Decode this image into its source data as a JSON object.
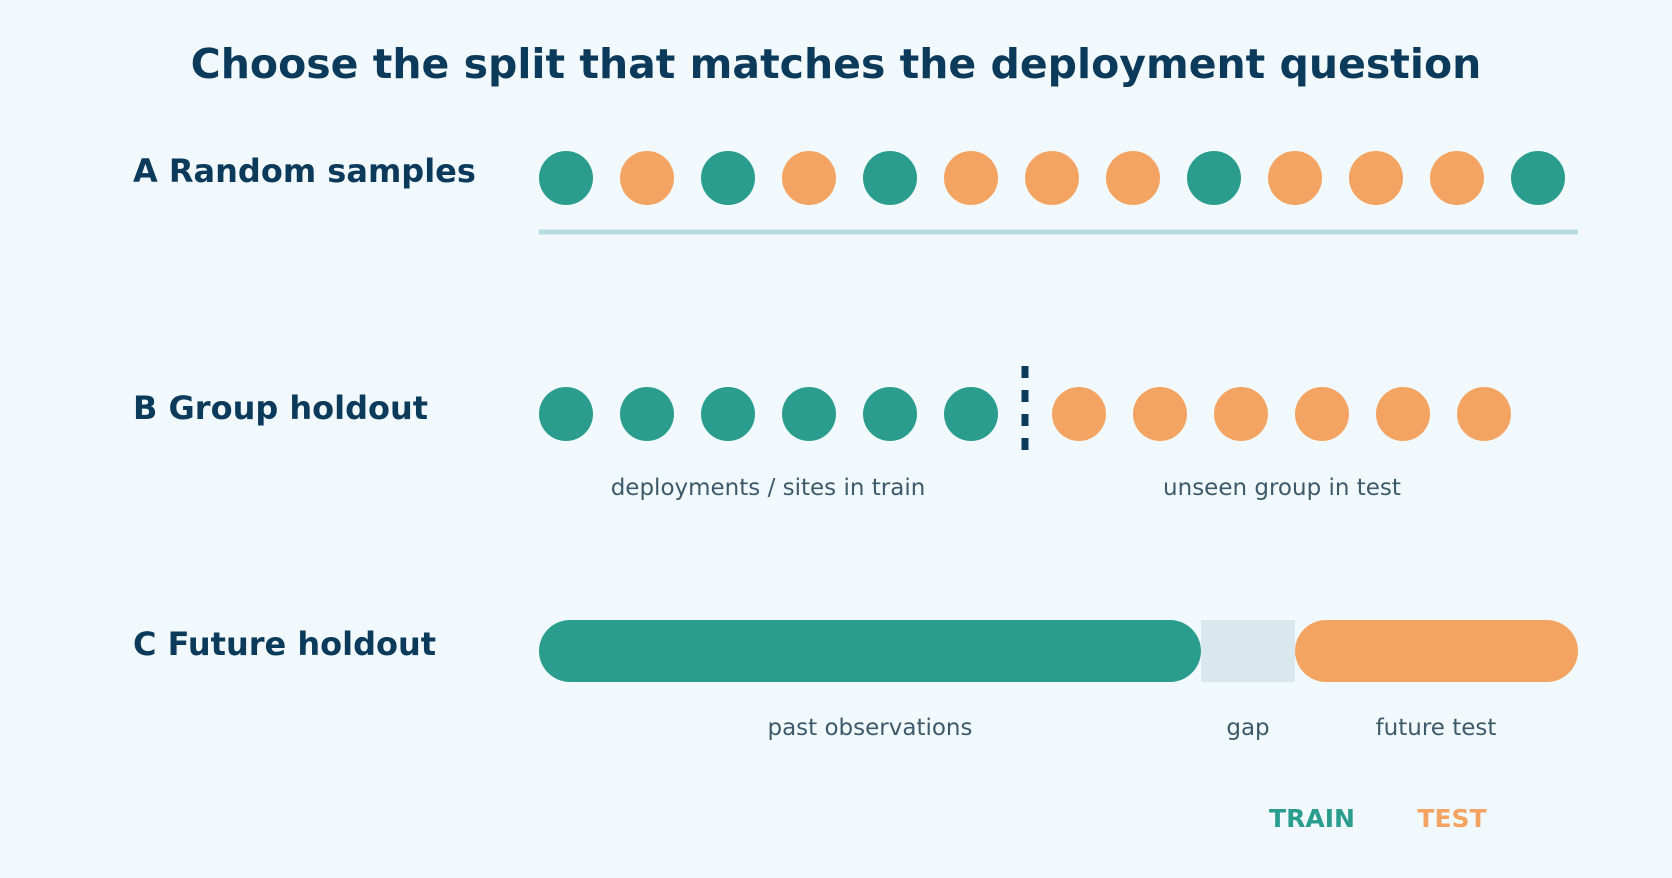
{
  "title": "Choose the split that matches the deployment question",
  "colors": {
    "background": "#f2f9fc",
    "ink": "#0b3a5b",
    "muted_text": "#3c5a6a",
    "train": "#2a9d8f",
    "test": "#f4a462",
    "baseline": "#b9dbe6",
    "gap": "#d9e8ec"
  },
  "rows": {
    "random": {
      "label": "A Random samples",
      "samples": [
        "train",
        "test",
        "train",
        "test",
        "train",
        "test",
        "test",
        "test",
        "train",
        "test",
        "test",
        "test",
        "train"
      ]
    },
    "group": {
      "label": "B Group holdout",
      "train_samples": 6,
      "test_samples": 6,
      "train_caption": "deployments / sites in train",
      "test_caption": "unseen group in test"
    },
    "future": {
      "label": "C Future holdout",
      "past_caption": "past observations",
      "gap_caption": "gap",
      "future_caption": "future test"
    }
  },
  "legend": {
    "train": "TRAIN",
    "test": "TEST"
  }
}
